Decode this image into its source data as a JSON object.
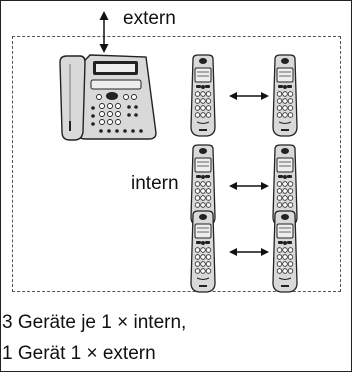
{
  "labels": {
    "extern": "extern",
    "intern": "intern"
  },
  "caption": {
    "line1": "3 Geräte je 1 × intern,",
    "line2": "1 Gerät 1 × extern"
  },
  "colors": {
    "line": "#222222",
    "device_fill": "#d9d9d9",
    "display_fill": "#eeeeee",
    "dark": "#1a1a1a"
  },
  "icons": {
    "base_station": "desk-telephone-icon",
    "handset": "cordless-handset-icon",
    "link": "double-arrow-icon"
  }
}
